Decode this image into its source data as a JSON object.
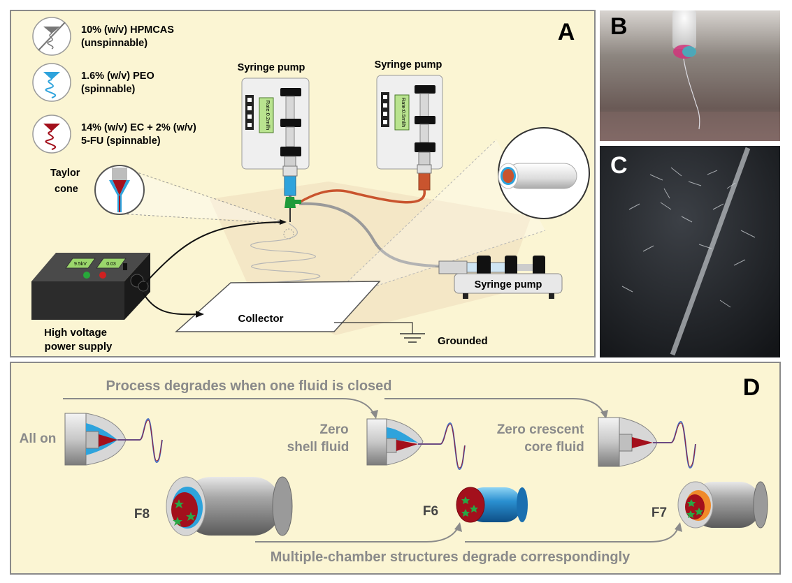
{
  "panel_a": {
    "letter": "A",
    "legend": [
      {
        "line1": "10% (w/v) HPMCAS",
        "line2": "(unspinnable)"
      },
      {
        "line1": "1.6% (w/v) PEO",
        "line2": "(spinnable)"
      },
      {
        "line1": "14% (w/v) EC + 2% (w/v)",
        "line2": "5-FU (spinnable)"
      }
    ],
    "taylor_cone": {
      "line1": "Taylor",
      "line2": "cone"
    },
    "pump_label_1": "Syringe pump",
    "pump_label_2": "Syringe pump",
    "pump_label_3": "Syringe pump",
    "rate_1": "Rate:0.2ml/h",
    "rate_2": "Rate:0.5ml/h",
    "psu": {
      "display1": "9.5kV",
      "display2": "0.03",
      "line1": "High voltage",
      "line2": "power supply"
    },
    "collector": "Collector",
    "grounded": "Grounded"
  },
  "panel_b": {
    "letter": "B"
  },
  "panel_c": {
    "letter": "C"
  },
  "panel_d": {
    "letter": "D",
    "top_caption": "Process degrades when one fluid is closed",
    "bottom_caption": "Multiple-chamber structures degrade correspondingly",
    "all_on": "All on",
    "zero_shell": {
      "line1": "Zero",
      "line2": "shell fluid"
    },
    "zero_core": {
      "line1": "Zero crescent",
      "line2": "core fluid"
    },
    "fiber_labels": [
      "F8",
      "F6",
      "F7"
    ]
  },
  "colors": {
    "panel_bg": "#fbf5d3",
    "border": "#8a8a8a",
    "blue": "#2ea3dc",
    "red": "#a3101c",
    "green": "#1f9a3a",
    "copper": "#c9542e",
    "gray_text": "#8a8a8a"
  }
}
